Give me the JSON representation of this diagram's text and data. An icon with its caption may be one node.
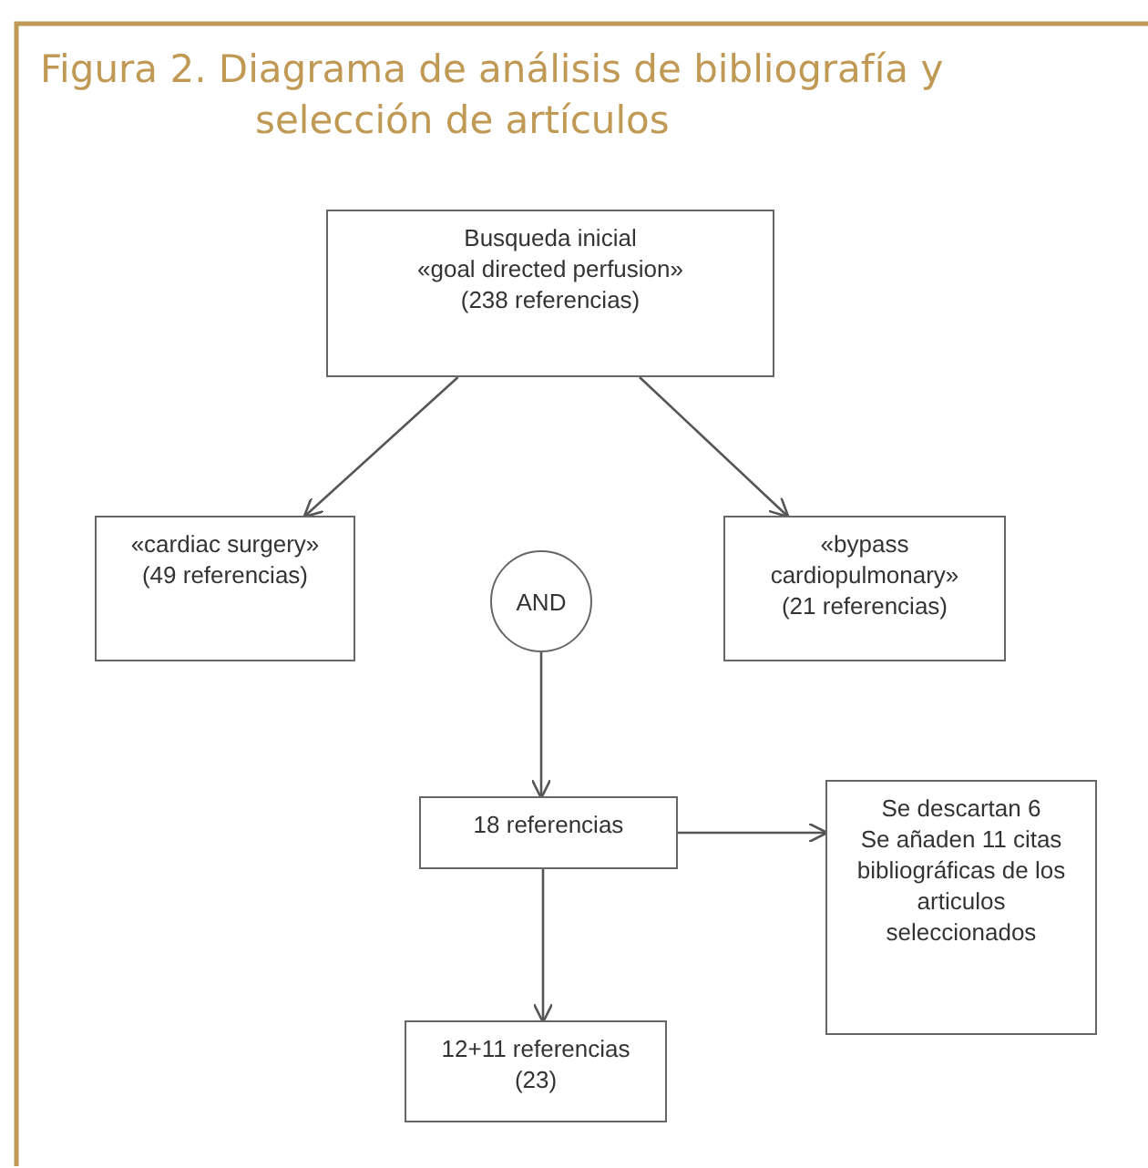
{
  "diagram": {
    "title": "Figura 2. Diagrama de análisis de bibliografía y selección de artículos",
    "nodes": [
      {
        "text": [
          "Busqueda inicial",
          "«goal directed perfusion»",
          "(238 referencias)"
        ]
      },
      {
        "text": [
          "«cardiac surgery»",
          "(49 referencias)"
        ]
      },
      {
        "text": [
          "AND"
        ]
      },
      {
        "text": [
          "«bypass cardiopulmonary»",
          "(21 referencias)"
        ]
      },
      {
        "text": [
          "18 referencias"
        ]
      },
      {
        "text": [
          "Se descartan 6",
          "Se añaden 11 citas bibliográficas de los articulos seleccionados"
        ]
      },
      {
        "text": [
          "12+11 referencias (23)"
        ]
      }
    ],
    "edges": [
      {
        "from": 0,
        "to": 1,
        "arrow": "to"
      },
      {
        "from": 0,
        "to": 3,
        "arrow": "to"
      },
      {
        "from": 2,
        "to": 4,
        "arrow": "to"
      },
      {
        "from": 4,
        "to": 5,
        "arrow": "to"
      },
      {
        "from": 4,
        "to": 6,
        "arrow": "to"
      }
    ]
  }
}
